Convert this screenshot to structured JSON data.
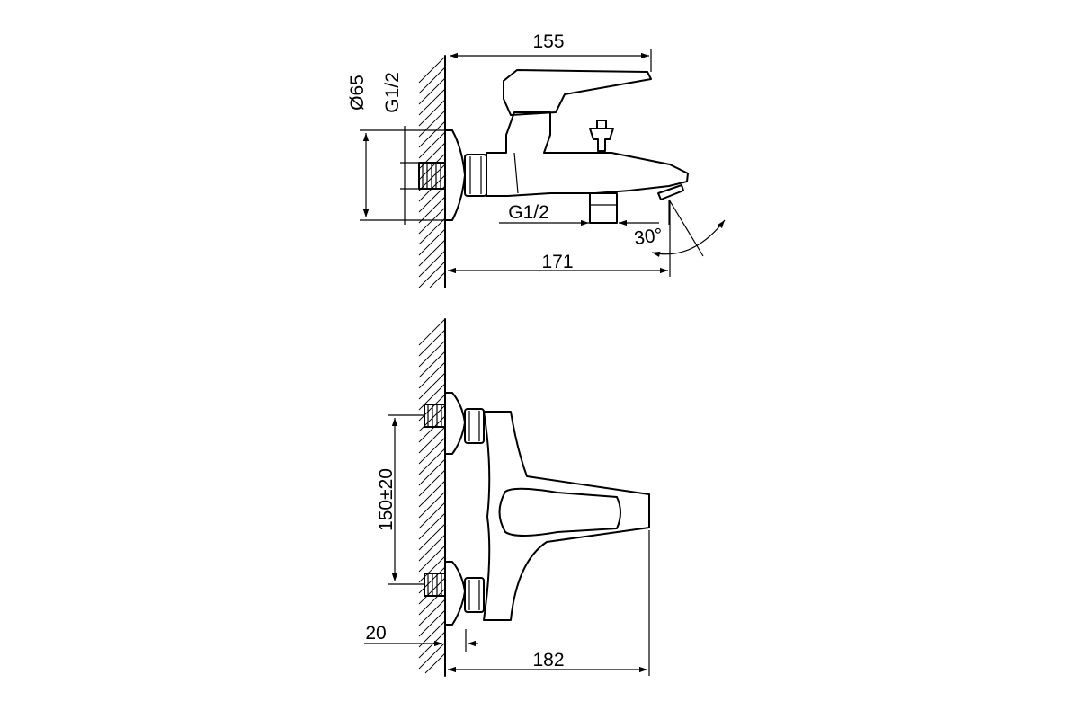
{
  "side_view": {
    "overall_width": "155",
    "overall_depth": "171",
    "flange_diameter": "Ø65",
    "wall_thread": "G1/2",
    "outlet_thread": "G1/2",
    "spout_angle": "30°"
  },
  "front_view": {
    "centre_distance": "150±20",
    "wall_offset": "20",
    "total_width": "182"
  }
}
